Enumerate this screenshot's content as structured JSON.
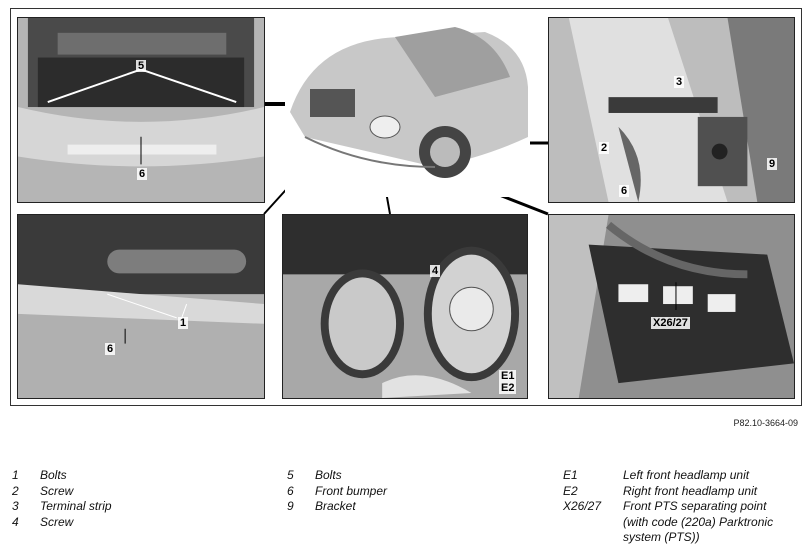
{
  "figure": {
    "reference": "P82.10-3664-09",
    "callouts": {
      "engine_bay": [
        "5",
        "6"
      ],
      "arch_panel": [
        "3",
        "2",
        "9",
        "6"
      ],
      "bumper_bottom": [
        "1",
        "6"
      ],
      "headlamps": [
        "4",
        "E1",
        "E2"
      ],
      "pts_panel": [
        "X26/27"
      ]
    }
  },
  "legend": {
    "col1": [
      {
        "code": "1",
        "text": "Bolts"
      },
      {
        "code": "2",
        "text": "Screw"
      },
      {
        "code": "3",
        "text": "Terminal strip"
      },
      {
        "code": "4",
        "text": "Screw"
      }
    ],
    "col2": [
      {
        "code": "5",
        "text": "Bolts"
      },
      {
        "code": "6",
        "text": "Front bumper"
      },
      {
        "code": "9",
        "text": "Bracket"
      }
    ],
    "col3": [
      {
        "code": "E1",
        "text": "Left front headlamp unit"
      },
      {
        "code": "E2",
        "text": "Right front headlamp unit"
      },
      {
        "code": "X26/27",
        "text": "Front PTS separating point"
      },
      {
        "code": "",
        "text": "(with code (220a) Parktronic"
      },
      {
        "code": "",
        "text": "system (PTS))"
      }
    ]
  }
}
